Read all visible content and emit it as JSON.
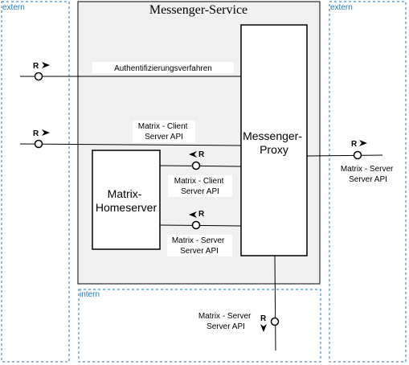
{
  "zones": {
    "extern_left": "extern",
    "extern_right": "extern",
    "intern": "intern"
  },
  "service": {
    "title": "Messenger-Service"
  },
  "components": {
    "proxy": [
      "Messenger-",
      "Proxy"
    ],
    "homeserver": [
      "Matrix-",
      "Homeserver"
    ]
  },
  "interfaces": {
    "auth": "Authentifizierungsverfahren",
    "client_api_extern": [
      "Matrix - Client",
      "Server API"
    ],
    "client_api_intern": [
      "Matrix - Client",
      "Server API"
    ],
    "server_api_intern": [
      "Matrix - Server",
      "Server API"
    ],
    "server_api_right": [
      "Matrix - Server",
      "Server API"
    ],
    "server_api_bottom": [
      "Matrix - Server",
      "Server API"
    ]
  },
  "request_marker": "R",
  "colors": {
    "zone_border": "#1f77b4",
    "zone_text": "#1f77b4",
    "service_fill": "#f0f0f0",
    "line": "#000000",
    "box_fill": "#ffffff"
  }
}
